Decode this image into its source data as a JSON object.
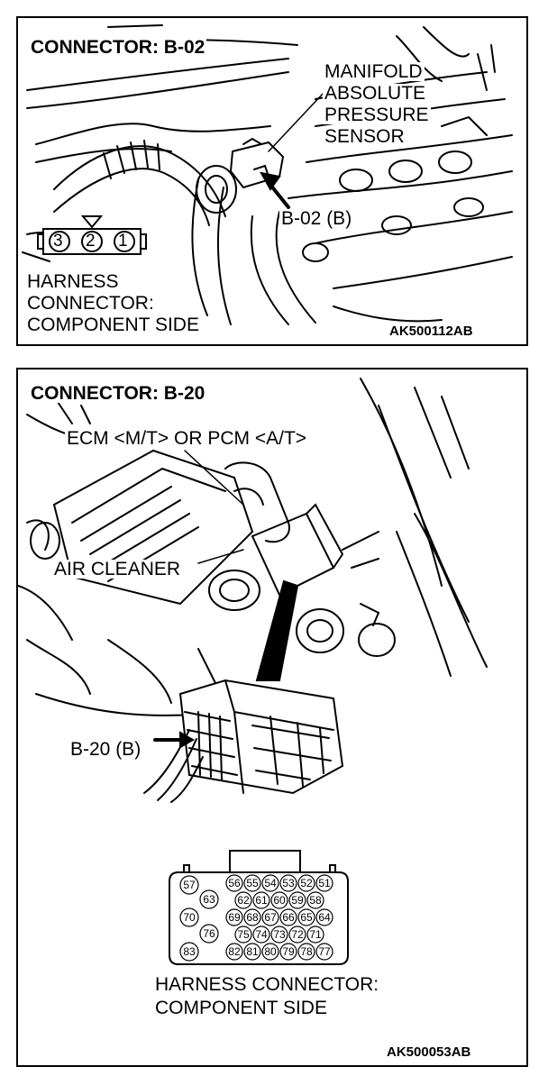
{
  "top": {
    "title": "CONNECTOR: B-02",
    "sensor_lines": [
      "MANIFOLD",
      "ABSOLUTE",
      "PRESSURE",
      "SENSOR"
    ],
    "connector_callout": "B-02 (B)",
    "pins": [
      "3",
      "2",
      "1"
    ],
    "harness_lines": [
      "HARNESS",
      "CONNECTOR:",
      "COMPONENT SIDE"
    ],
    "figure_code": "AK500112AB"
  },
  "bottom": {
    "title": "CONNECTOR: B-20",
    "module_label": "ECM <M/T> OR PCM <A/T>",
    "air_cleaner_label": "AIR CLEANER",
    "connector_callout": "B-20 (B)",
    "pins_top": [
      "56",
      "55",
      "54",
      "53",
      "52",
      "51"
    ],
    "pins_row2": [
      "62",
      "61",
      "60",
      "59",
      "58"
    ],
    "pins_row3": [
      "69",
      "68",
      "67",
      "66",
      "65",
      "64"
    ],
    "pins_row4": [
      "75",
      "74",
      "73",
      "72",
      "71"
    ],
    "pins_row5": [
      "82",
      "81",
      "80",
      "79",
      "78",
      "77"
    ],
    "pins_left": [
      "57",
      "63",
      "70",
      "76",
      "83"
    ],
    "harness_lines": [
      "HARNESS CONNECTOR:",
      "COMPONENT SIDE"
    ],
    "figure_code": "AK500053AB"
  },
  "colors": {
    "line": "#000000",
    "background": "#ffffff"
  }
}
